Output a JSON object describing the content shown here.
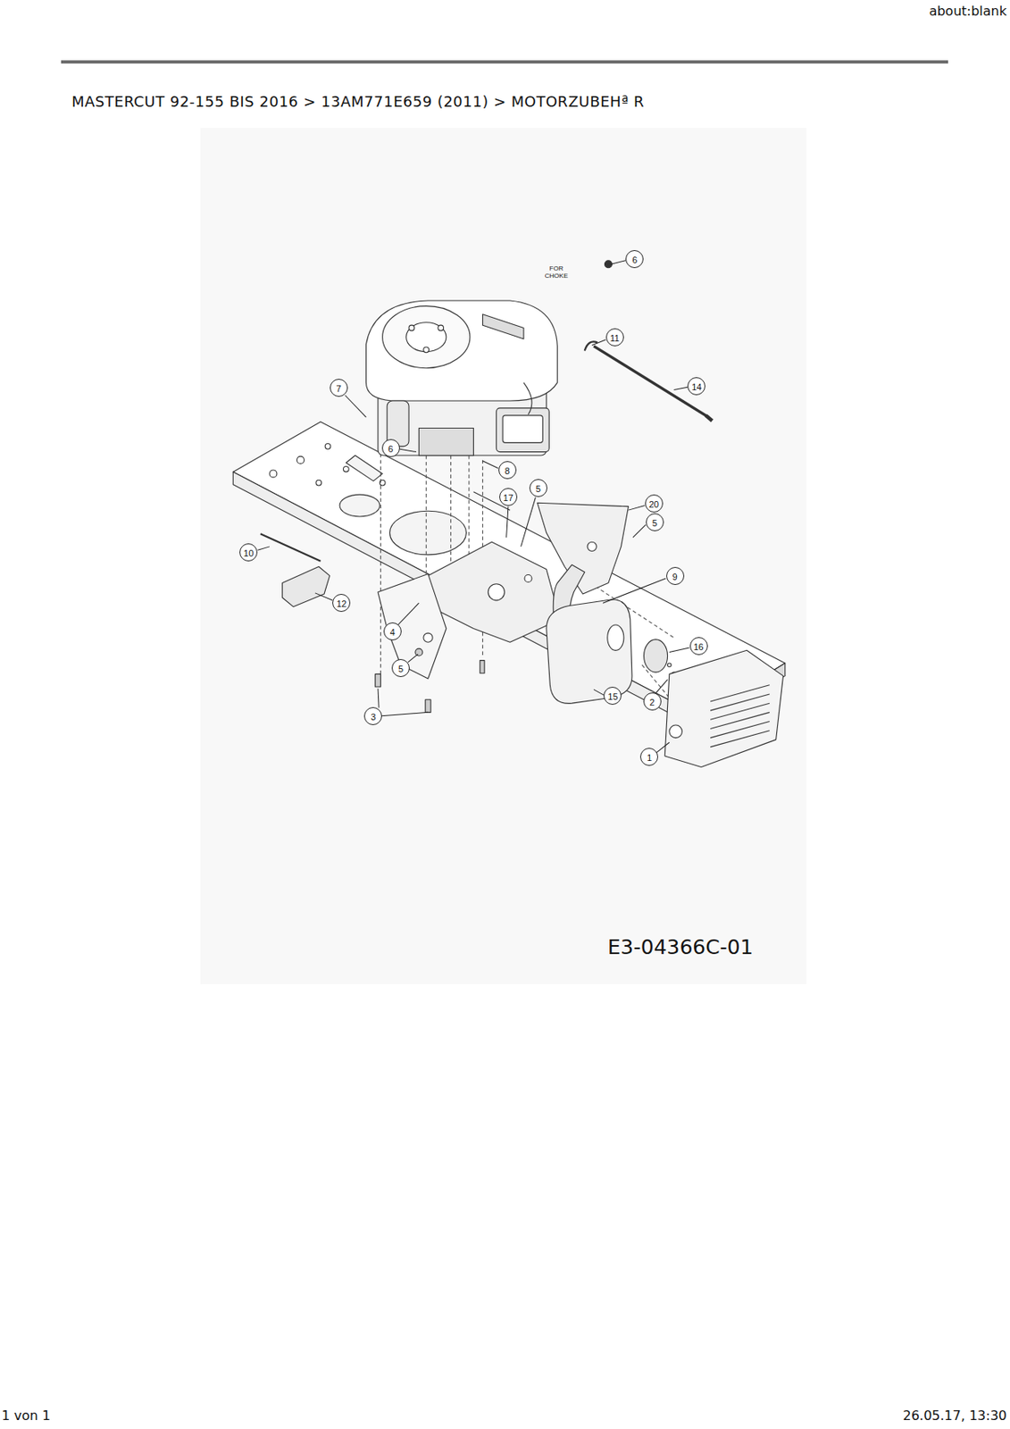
{
  "diagram": {
    "title": "MASTERCUT 92-155 BIS 2016 > 13AM771E659 (2011) > MOTORZUBEHª R",
    "labels": [
      "about:blank",
      "FOR CHOKE",
      "6",
      "11",
      "14",
      "7",
      "6",
      "8",
      "17",
      "5",
      "20",
      "5",
      "10",
      "12",
      "9",
      "4",
      "5",
      "16",
      "3",
      "15",
      "2",
      "1",
      "E3-04366C-01",
      "1 von 1",
      "26.05.17, 13:30"
    ]
  }
}
